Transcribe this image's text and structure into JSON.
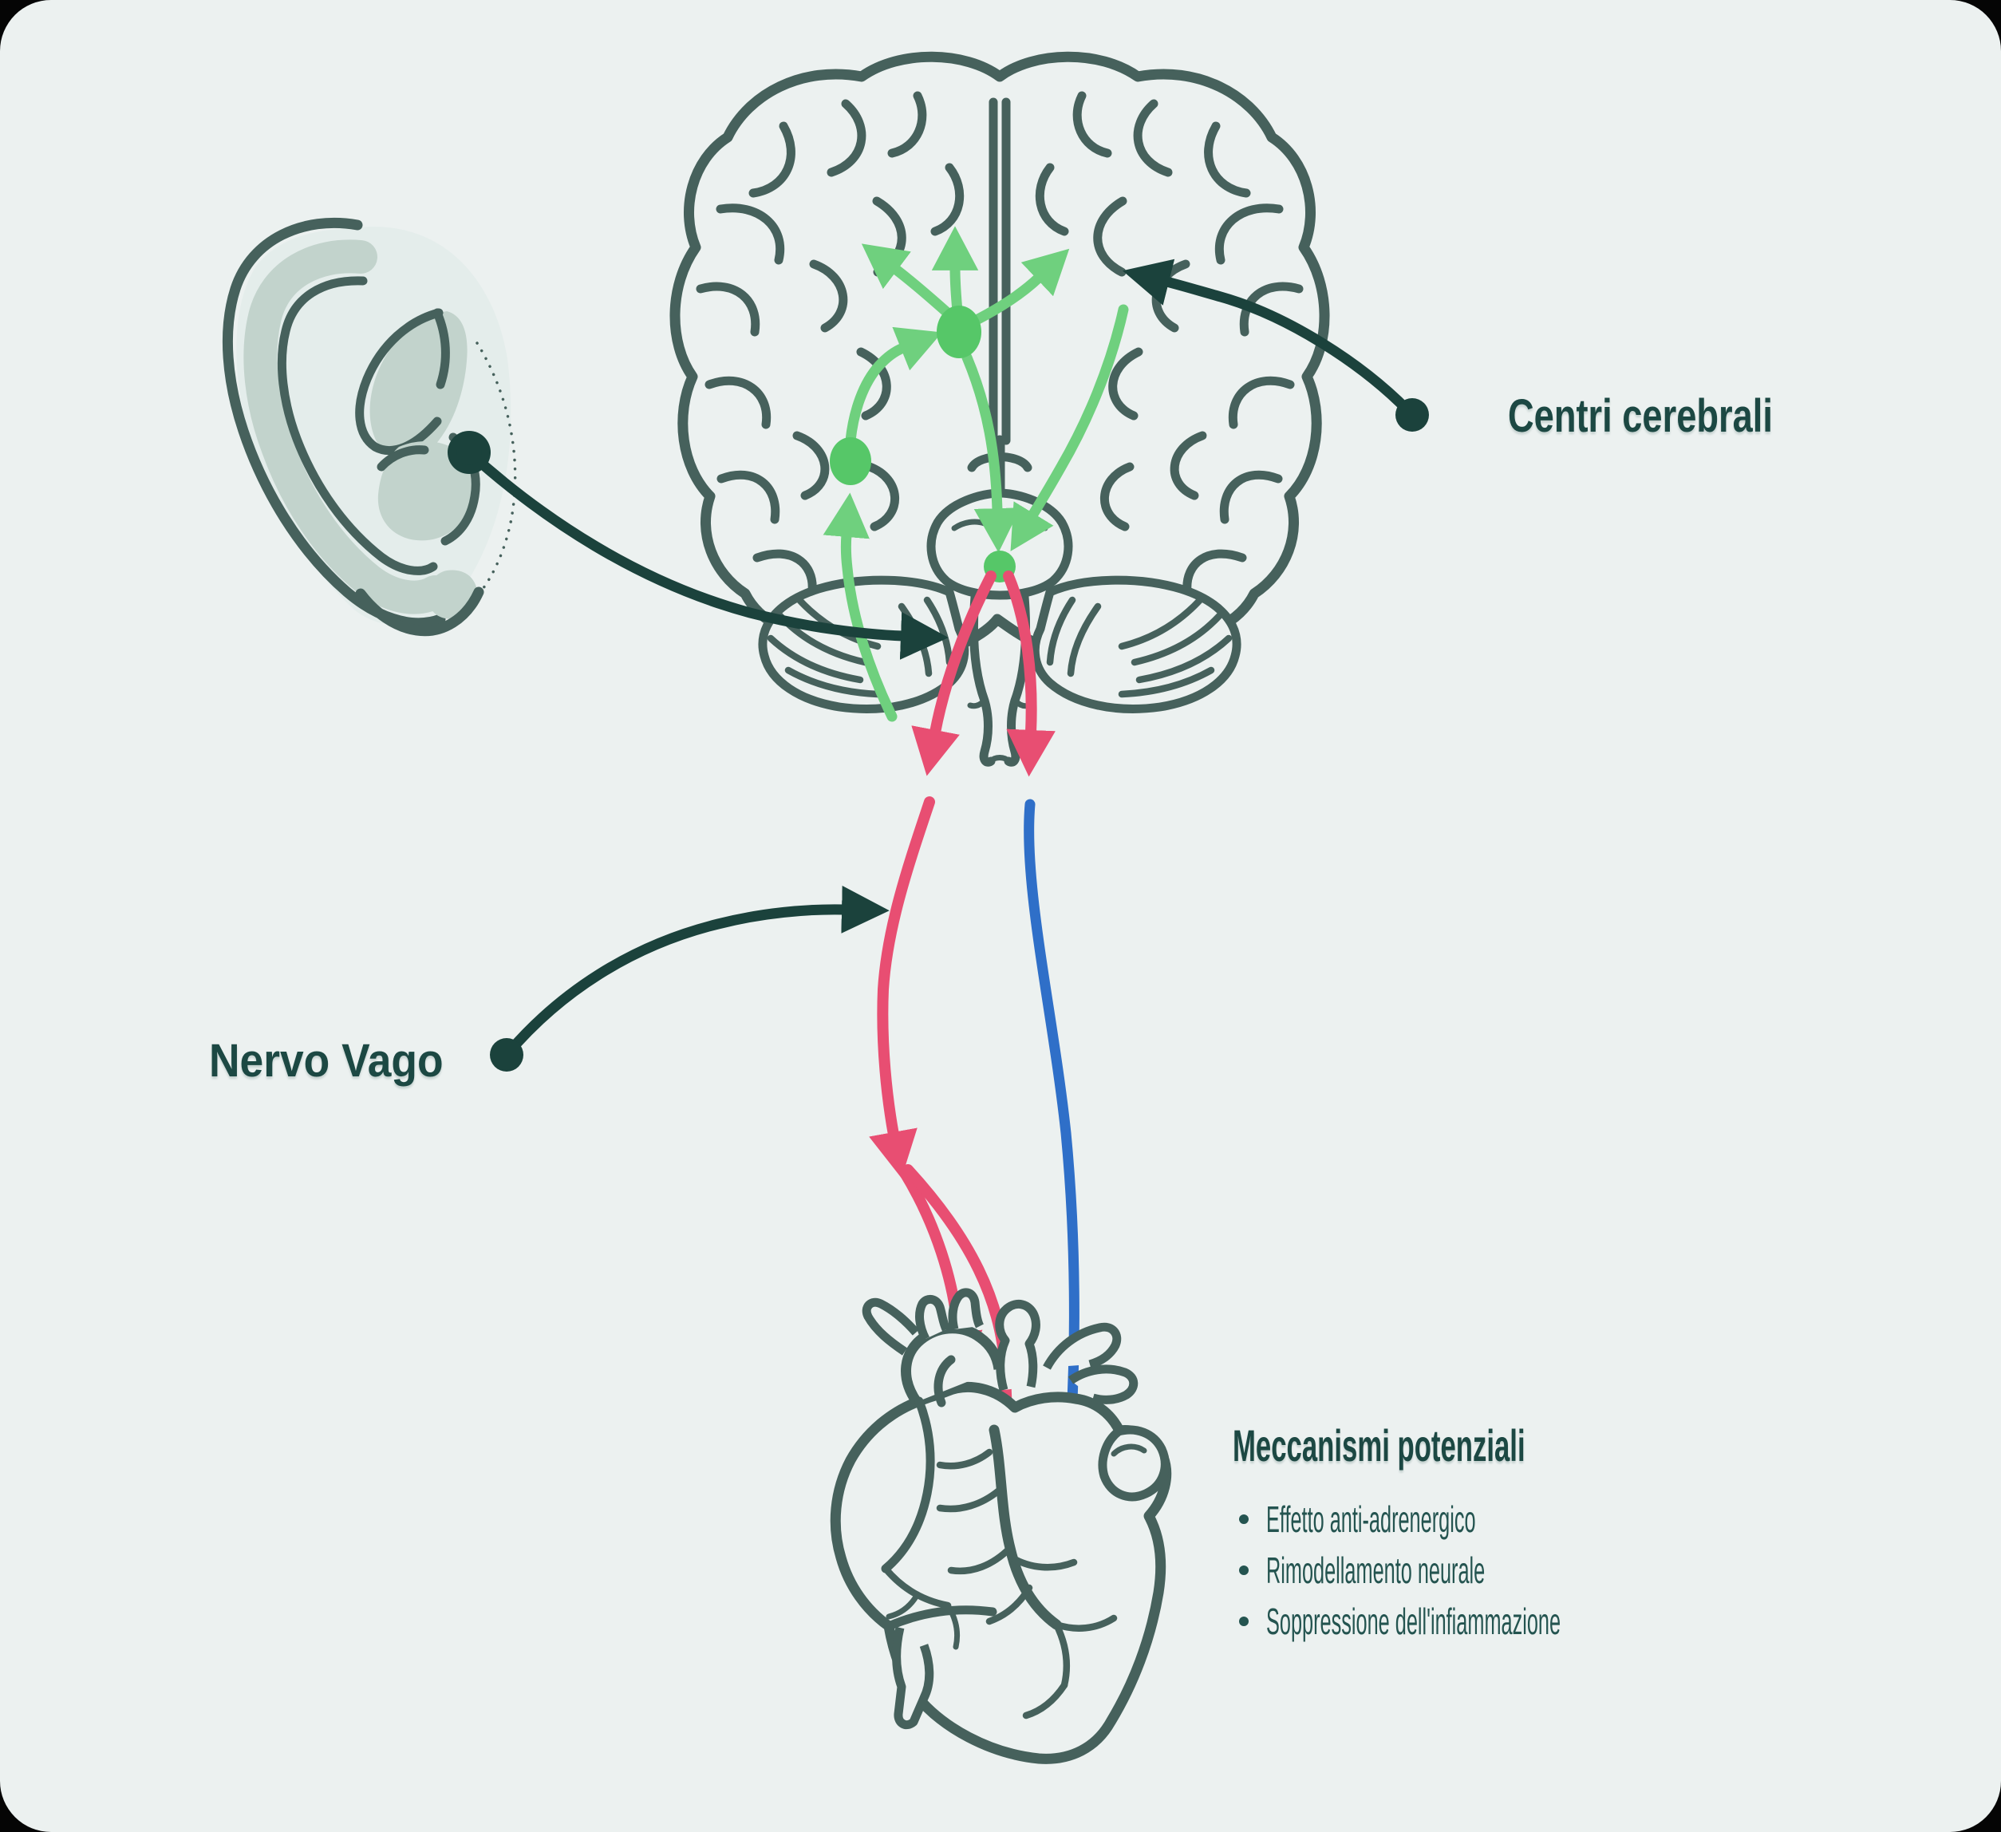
{
  "labels": {
    "brain_centers": "Centri cerebrali",
    "vagus_nerve": "Nervo Vago"
  },
  "mechanisms": {
    "title": "Meccanismi potenziali",
    "items": [
      "Effetto anti-adrenergico",
      "Rimodellamento neurale",
      "Soppressione dell'infiammazione"
    ]
  },
  "figures": {
    "ear": "ear-illustration",
    "brain": "brain-illustration",
    "heart": "heart-illustration",
    "green_pathways": "brain-activation-arrows",
    "red_pathway": "efferent-vagus-fibers",
    "blue_pathway": "afferent-vagus-fiber"
  },
  "colors": {
    "background": "#ecf1f0",
    "outline": "#46615c",
    "ink": "#1c4843",
    "bullet_ink": "#245450",
    "green": "#6fd07e",
    "green_node": "#56c768",
    "red": "#e84e72",
    "blue": "#2f6fc8",
    "sage": "#c2d3cc",
    "sage_light": "#e4edeb",
    "connector": "#1b423c"
  }
}
